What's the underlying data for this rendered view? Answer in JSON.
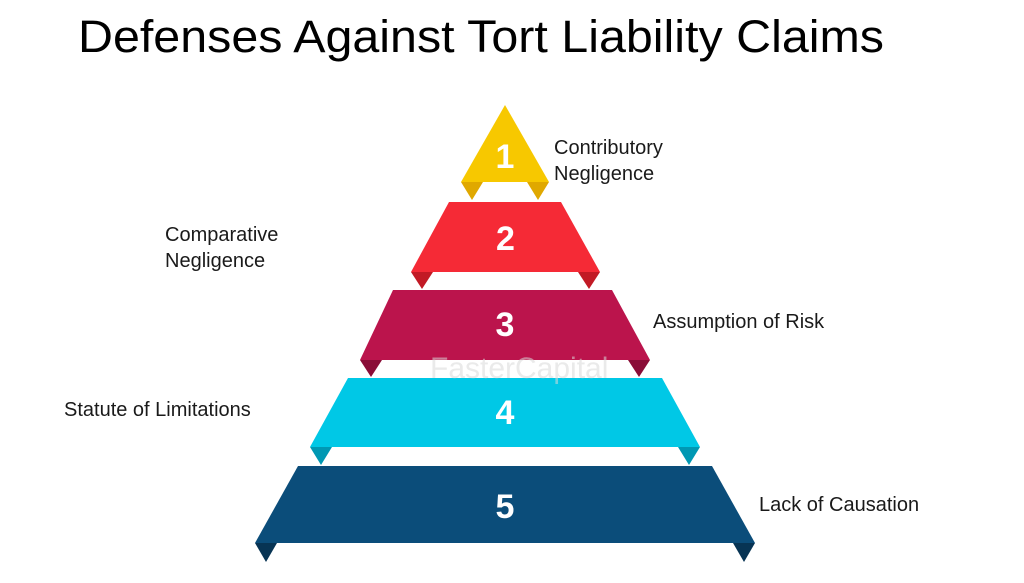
{
  "title": "Defenses Against Tort Liability Claims",
  "watermark": "FasterCapital",
  "tiers": [
    {
      "number": "1",
      "label_lines": [
        "Contributory",
        "Negligence"
      ],
      "color": "#f7c800",
      "shade": "#e0a800"
    },
    {
      "number": "2",
      "label_lines": [
        "Comparative",
        "Negligence"
      ],
      "color": "#f52a36",
      "shade": "#c21a25"
    },
    {
      "number": "3",
      "label_lines": [
        "Assumption of Risk"
      ],
      "color": "#bb144c",
      "shade": "#8a0d37"
    },
    {
      "number": "4",
      "label_lines": [
        "Statute of Limitations"
      ],
      "color": "#00c8e6",
      "shade": "#0098b3"
    },
    {
      "number": "5",
      "label_lines": [
        "Lack of Causation"
      ],
      "color": "#0b4d7a",
      "shade": "#073454"
    }
  ]
}
